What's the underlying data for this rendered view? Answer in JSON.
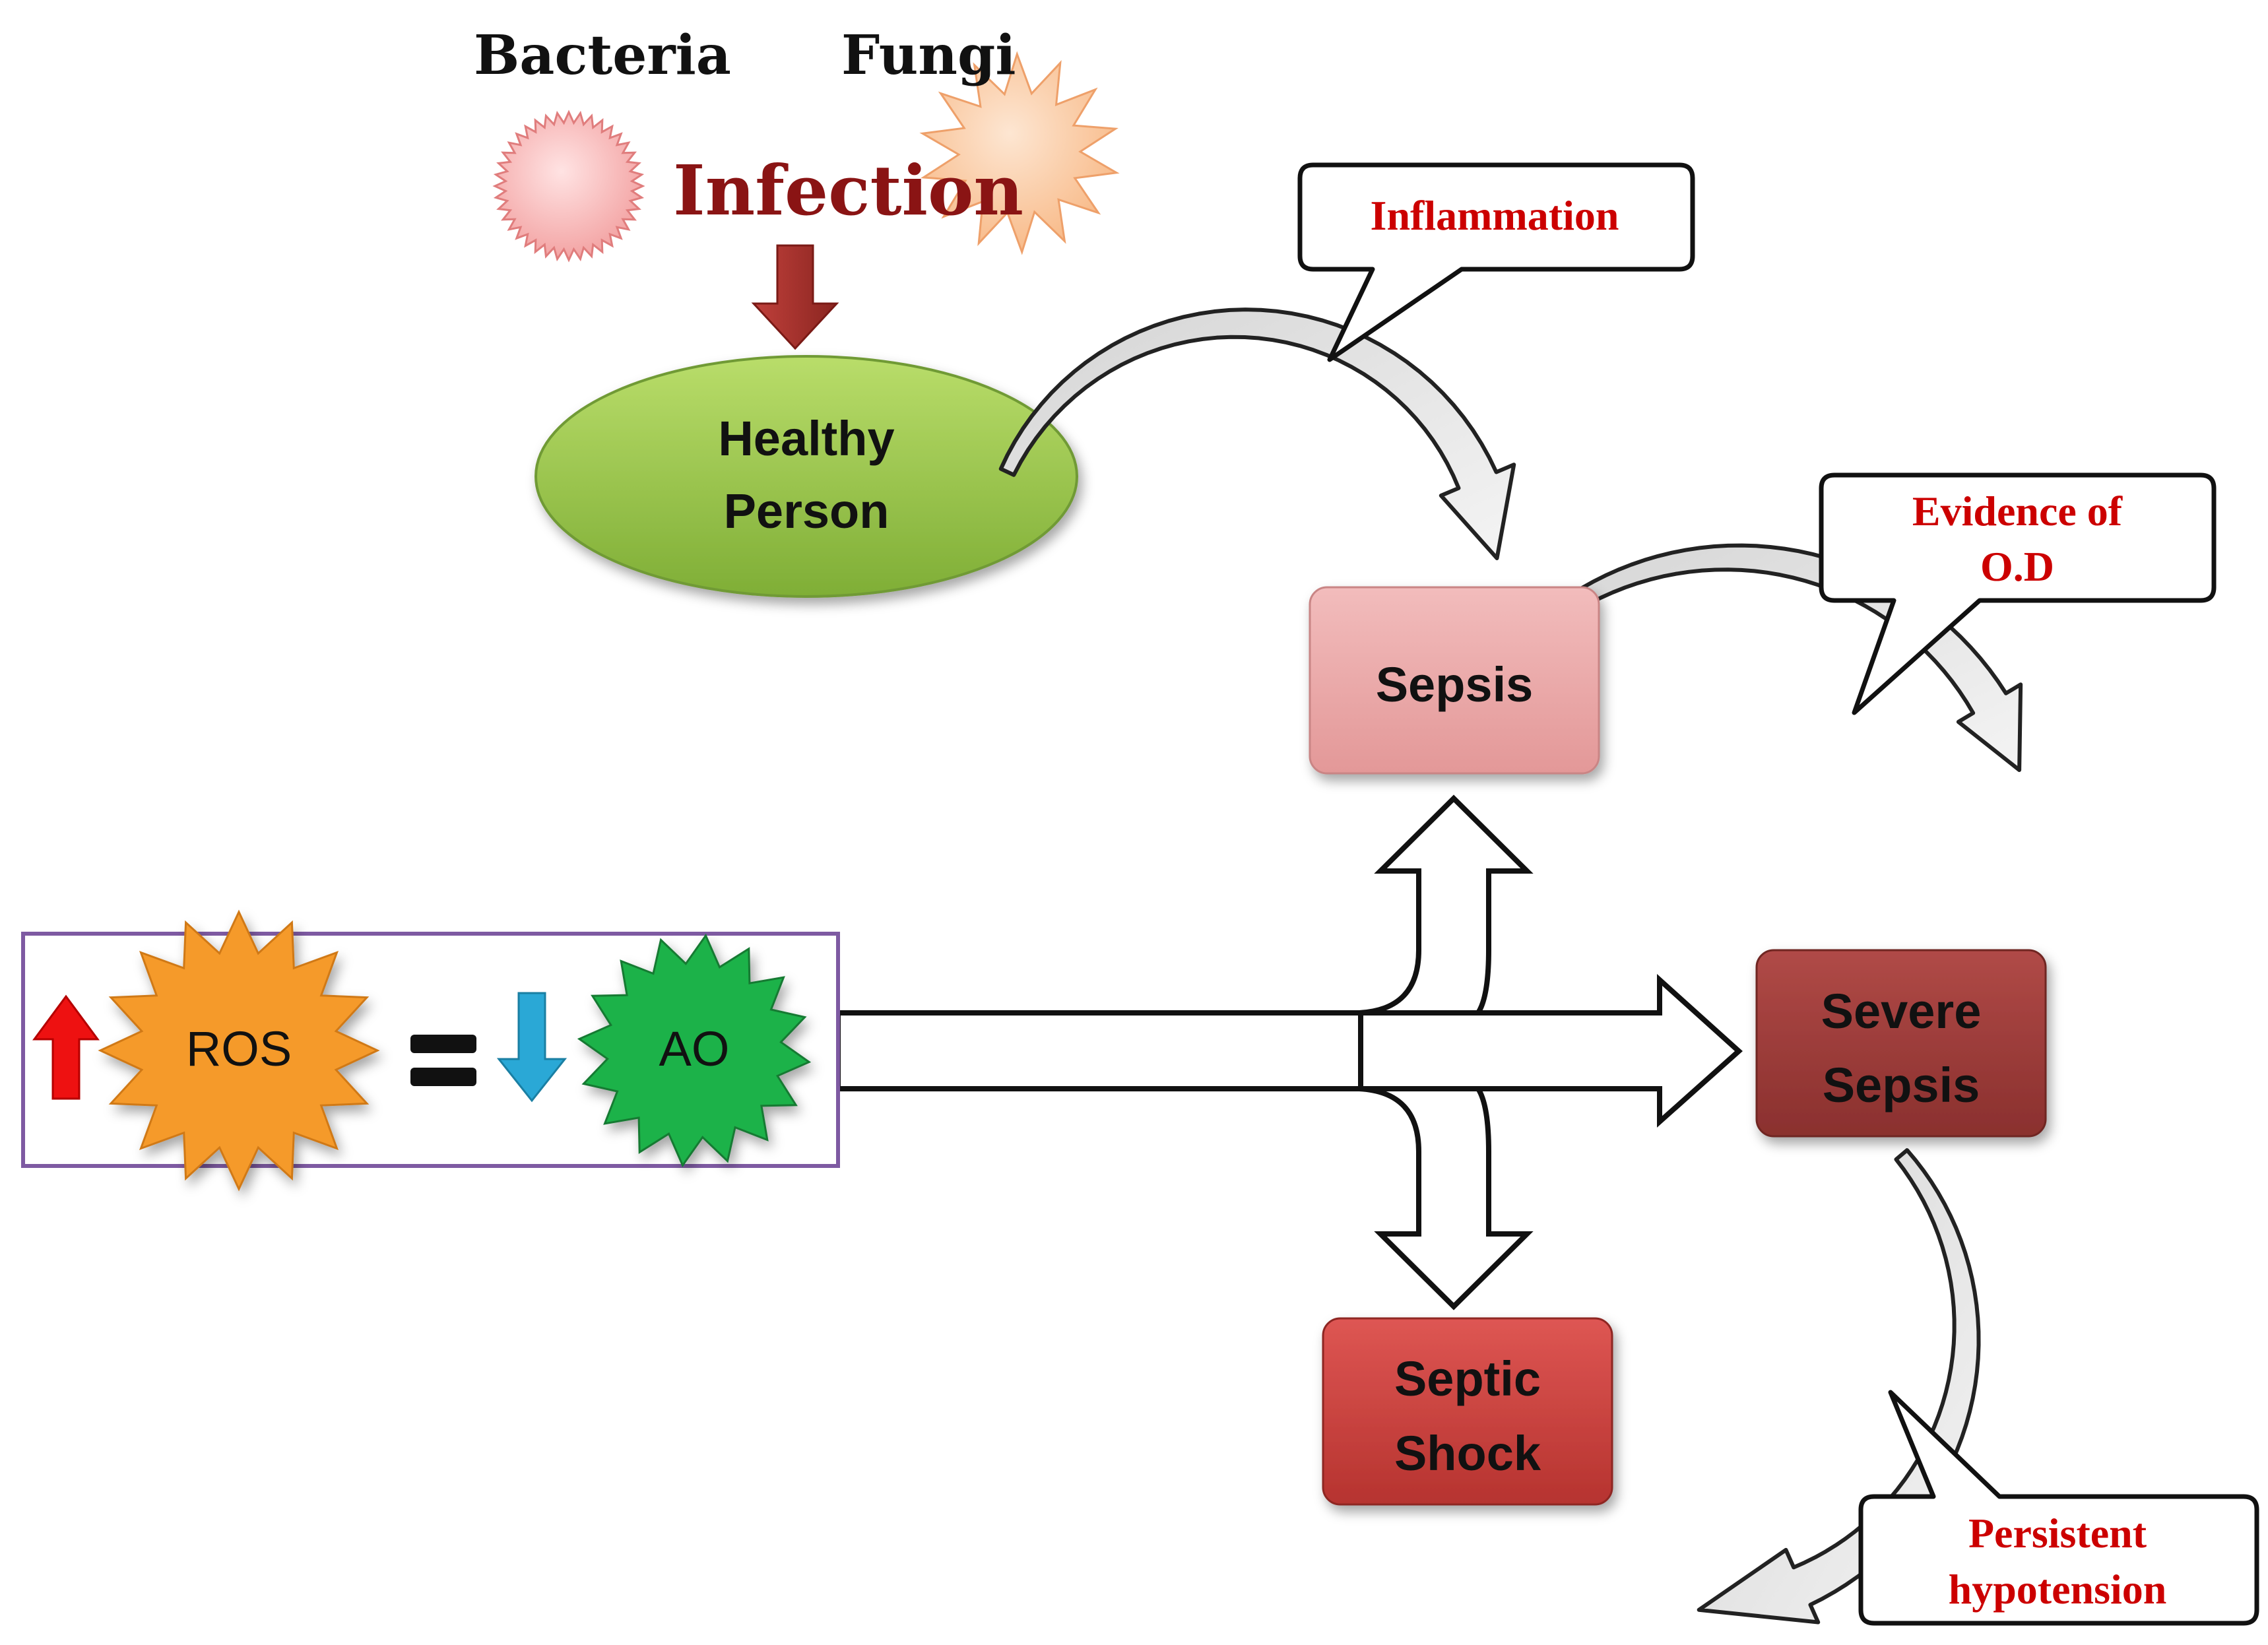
{
  "pathogens": {
    "bacteria": "Bacteria",
    "fungi": "Fungi",
    "infection": "Infection"
  },
  "nodes": {
    "healthy": [
      "Healthy",
      "Person"
    ],
    "sepsis": [
      "Sepsis"
    ],
    "severe": [
      "Severe",
      "Sepsis"
    ],
    "shock": [
      "Septic",
      "Shock"
    ]
  },
  "callouts": {
    "inflammation": [
      "Inflammation"
    ],
    "evidence": [
      "Evidence of",
      "O.D"
    ],
    "hypotension": [
      "Persistent",
      "hypotension"
    ]
  },
  "legend": {
    "ros": "ROS",
    "equals": "=",
    "ao": "AO"
  },
  "colors": {
    "callout_text": "#cc0000",
    "healthy_fill": "#92c047",
    "sepsis_fill": "#e8a4a4",
    "severe_fill": "#9b3a38",
    "shock_fill": "#c9403d",
    "ros_fill": "#f59a2c",
    "ao_fill": "#1fb24a",
    "legend_border": "#7e5aa2",
    "up_arrow": "#ee1111",
    "down_arrow": "#2aa8d6"
  }
}
